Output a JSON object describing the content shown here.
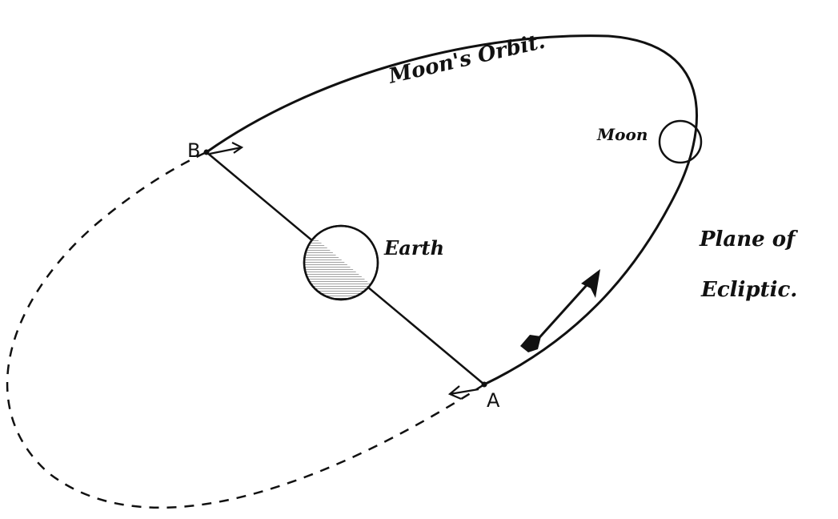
{
  "labels": {
    "orbit": "Moon's Orbit.",
    "moon": "Moon",
    "earth": "Earth",
    "plane_line1": "Plane of",
    "plane_line2": "Ecliptic.",
    "point_a": "A",
    "point_b": "B"
  },
  "colors": {
    "ink": "#111111",
    "background": "#ffffff"
  }
}
